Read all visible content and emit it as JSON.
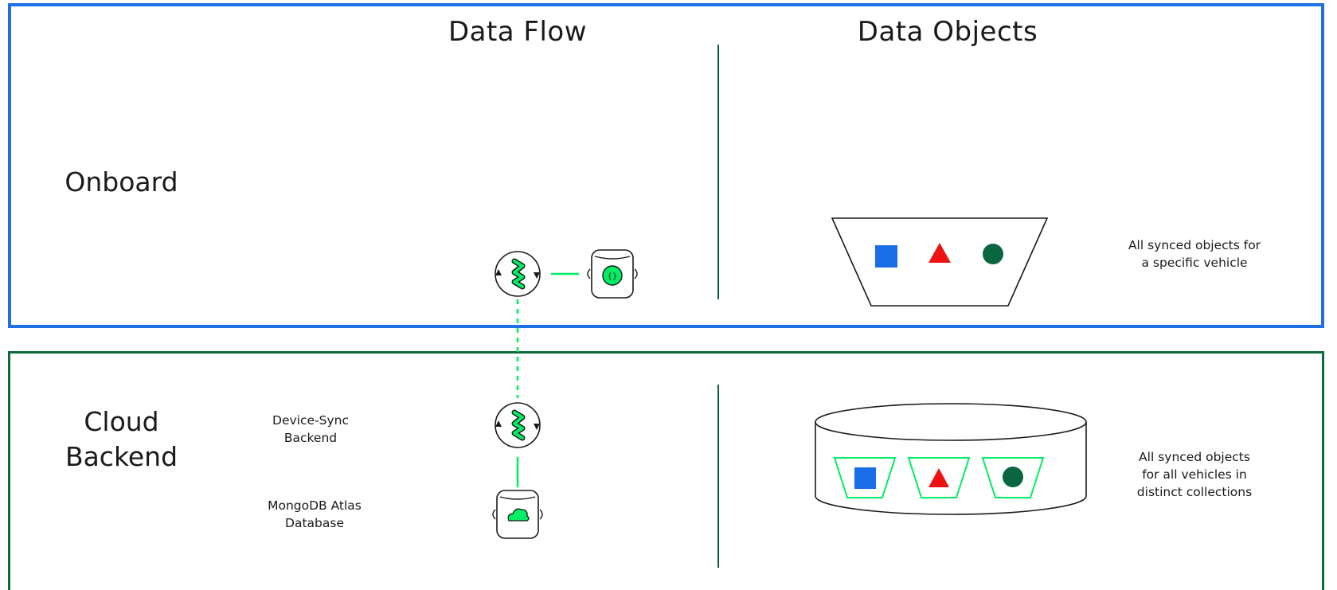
{
  "headers": {
    "data_flow": "Data Flow",
    "data_objects": "Data Objects"
  },
  "sections": {
    "onboard": {
      "label": "Onboard",
      "objects_caption": [
        "All synced objects for",
        "a specific vehicle"
      ]
    },
    "cloud": {
      "label": [
        "Cloud",
        "Backend"
      ],
      "device_sync_label": [
        "Device-Sync",
        "Backend"
      ],
      "atlas_label": [
        "MongoDB Atlas",
        "Database"
      ],
      "objects_caption": [
        "All synced objects",
        "for all vehicles in",
        "distinct collections"
      ]
    }
  },
  "colors": {
    "onboard_border": "#1f6fe5",
    "cloud_border": "#0b6b3a",
    "divider": "#0b5e3a",
    "accent_green": "#00ed64",
    "square": "#1a6fe8",
    "triangle": "#ee1111",
    "circle": "#0a6640"
  }
}
